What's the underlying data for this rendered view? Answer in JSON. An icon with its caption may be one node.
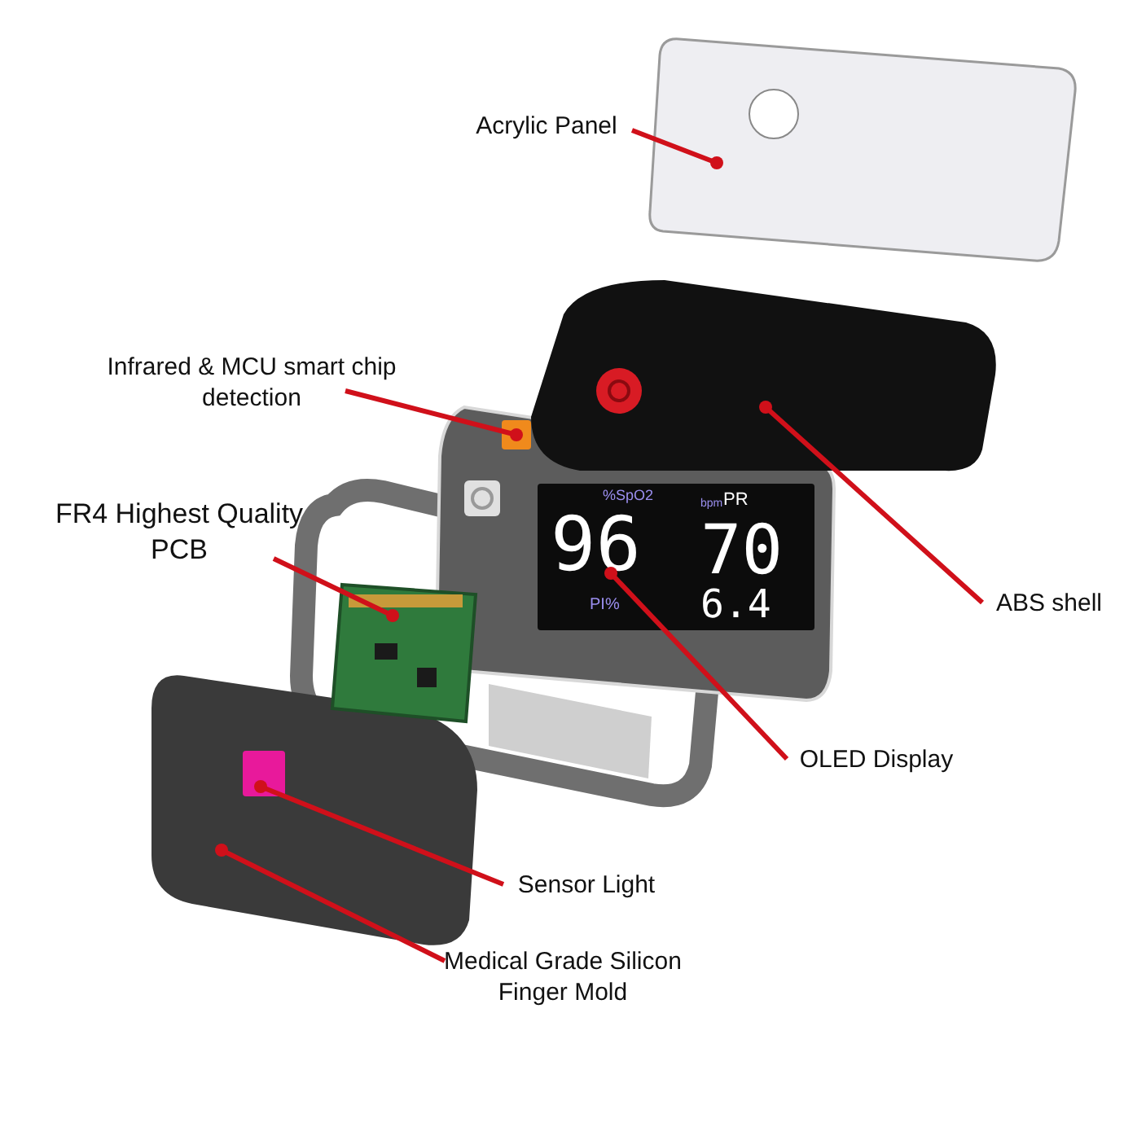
{
  "diagram": {
    "nodes": [
      {
        "text": [
          "Acrylic Panel"
        ]
      },
      {
        "text": [
          "Infrared & MCU smart chip detection"
        ]
      },
      {
        "text": [
          "FR4 Highest Quality PCB"
        ]
      },
      {
        "text": [
          "ABS shell"
        ]
      },
      {
        "text": [
          "OLED Display"
        ]
      },
      {
        "text": [
          "Sensor Light"
        ]
      },
      {
        "text": [
          "Medical Grade Silicon Finger Mold"
        ]
      },
      {
        "text": [],
        "shape": "picture"
      },
      {
        "text": [],
        "shape": "box"
      },
      {
        "text": [],
        "shape": "picture"
      },
      {
        "text": [],
        "shape": "picture"
      },
      {
        "text": [],
        "shape": "box"
      },
      {
        "text": [],
        "shape": "box",
        "in": 13
      },
      {
        "text": [],
        "shape": "picture"
      }
    ],
    "edges": [
      {
        "from": 0,
        "to": 7,
        "arrow": "other"
      },
      {
        "from": 1,
        "to": 8,
        "arrow": "other"
      },
      {
        "from": 2,
        "to": 9,
        "arrow": "other"
      },
      {
        "from": 3,
        "to": 10,
        "arrow": "other"
      },
      {
        "from": 4,
        "to": 11,
        "arrow": "other"
      },
      {
        "from": 5,
        "to": 12,
        "arrow": "other"
      },
      {
        "from": 6,
        "to": 13,
        "arrow": "other"
      }
    ],
    "labels": [
      "%SpO2",
      "bpm",
      "PR",
      "96",
      "70",
      "PI%",
      "6.4"
    ]
  }
}
